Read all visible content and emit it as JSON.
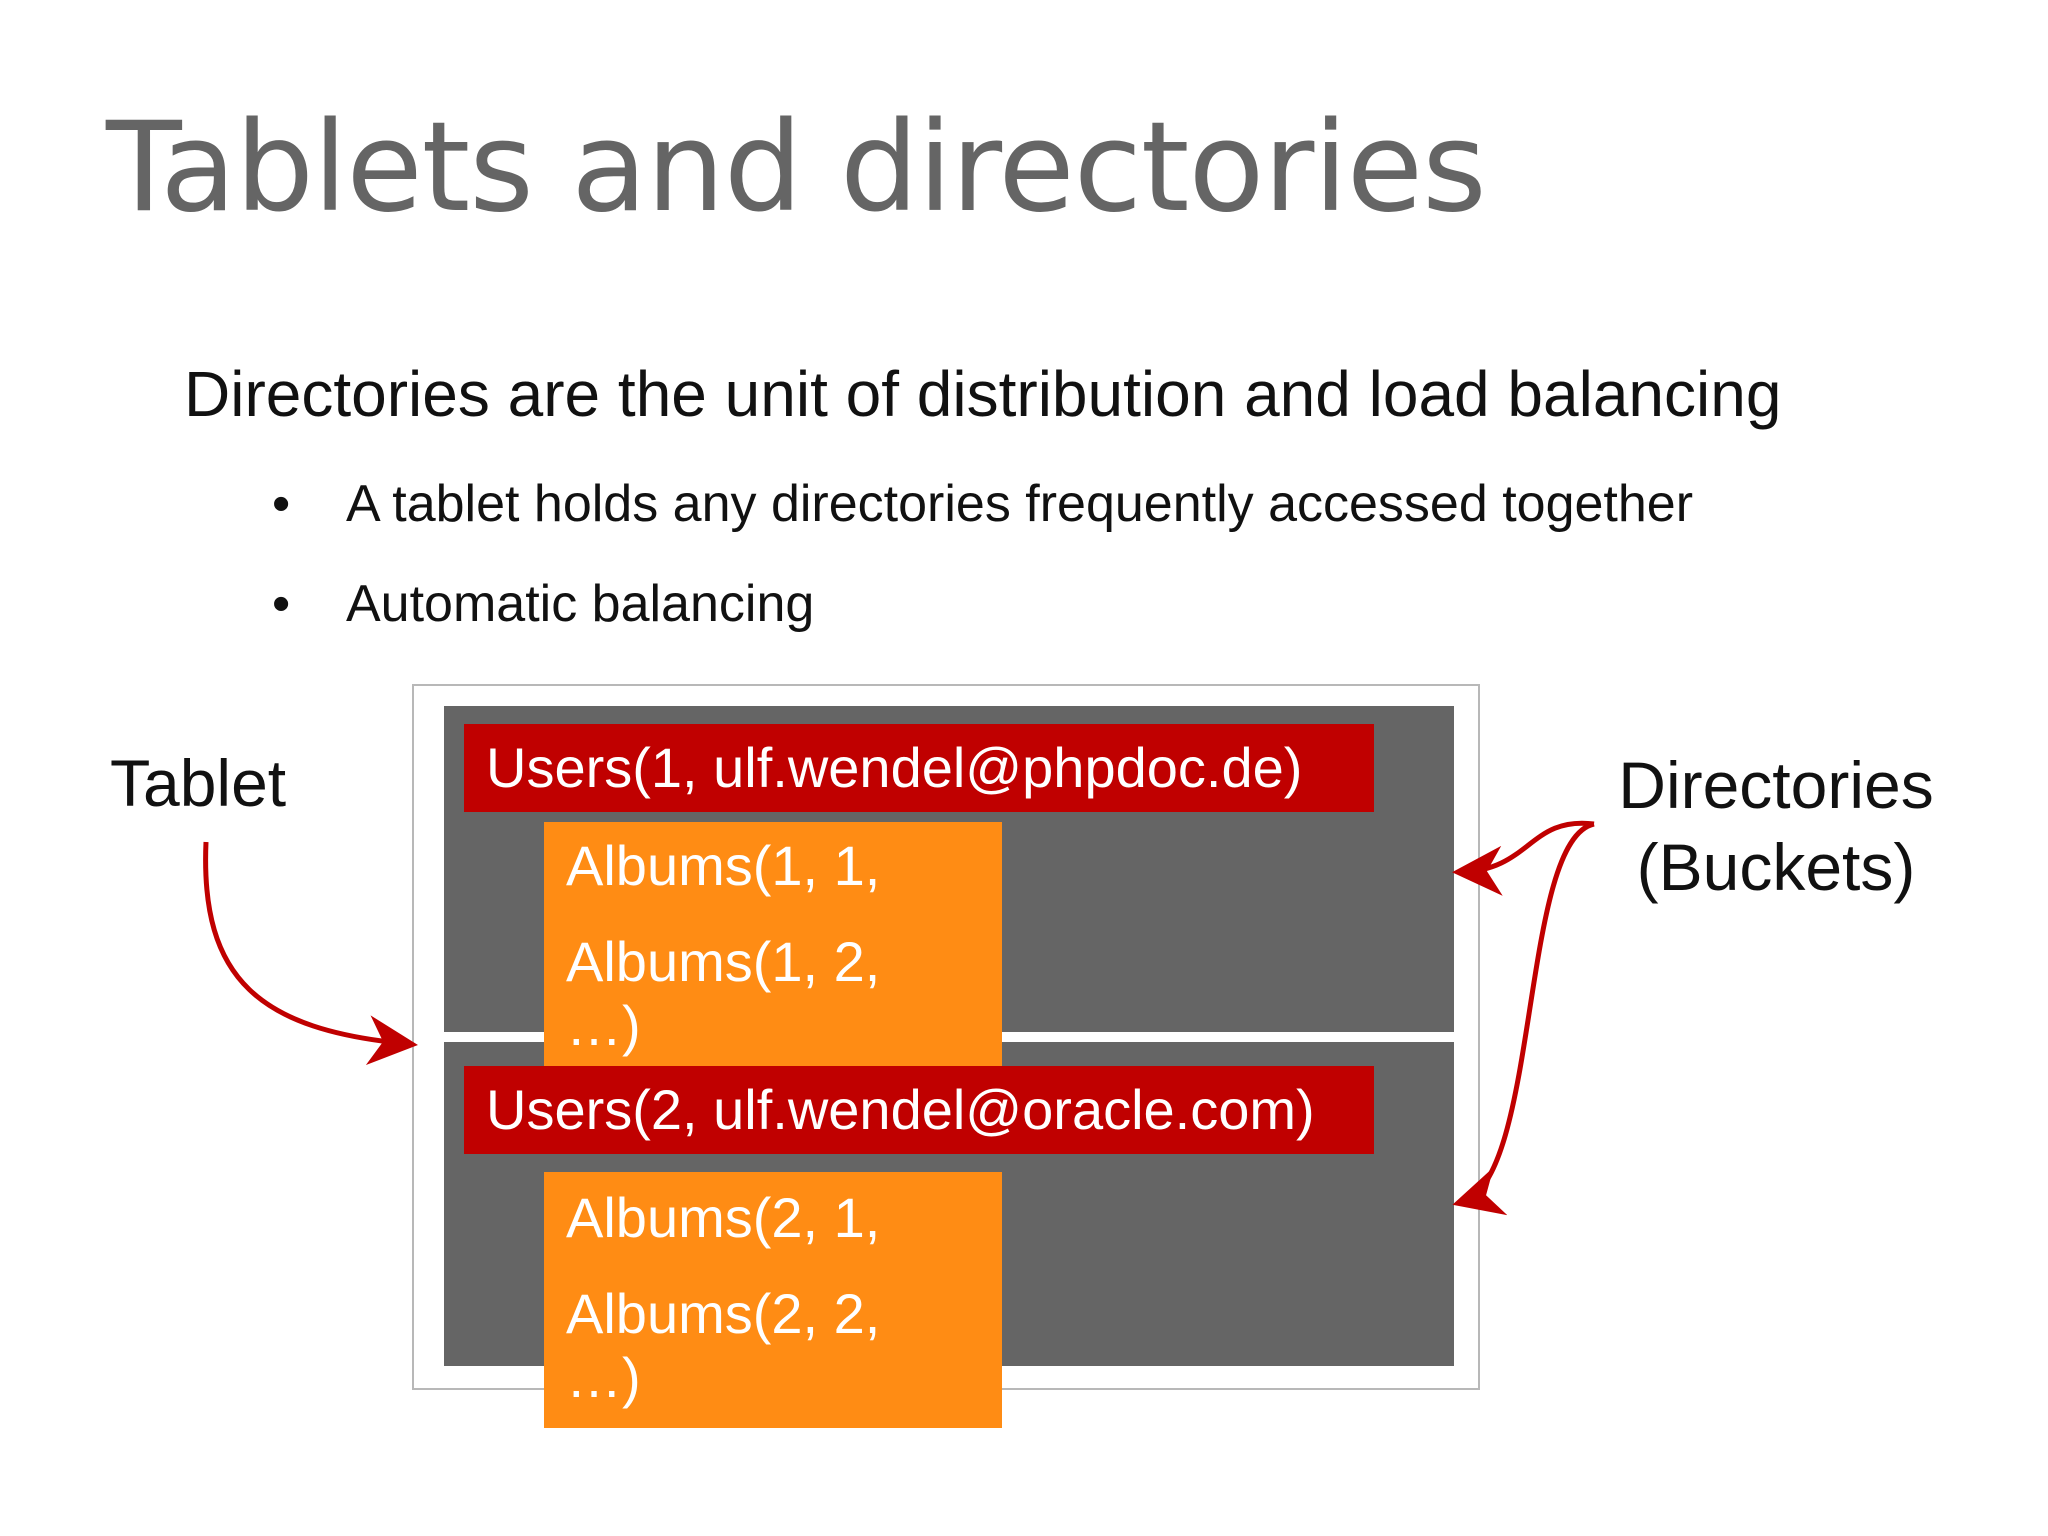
{
  "slide": {
    "title": "Tablets and directories",
    "subtitle": "Directories are the unit of distribution and load balancing",
    "bullet_glyph": "•",
    "bullets": [
      "A tablet holds any directories frequently accessed together",
      "Automatic balancing"
    ]
  },
  "diagram": {
    "tablet_label": "Tablet",
    "directories_label_line1": "Directories",
    "directories_label_line2": "(Buckets)",
    "directories": [
      {
        "users": "Users(1, ulf.wendel@phpdoc.de)",
        "album_lines": [
          "Albums(1, 1,",
          "Albums(1, 2,",
          "…)"
        ]
      },
      {
        "users": "Users(2, ulf.wendel@oracle.com)",
        "album_lines": [
          "Albums(2, 1,",
          "Albums(2, 2,",
          "…)"
        ]
      }
    ],
    "colors": {
      "tablet": "#656565",
      "users_bar": "#c00000",
      "albums": "#ff8c14",
      "arrow": "#c00000",
      "title": "#656565"
    }
  }
}
